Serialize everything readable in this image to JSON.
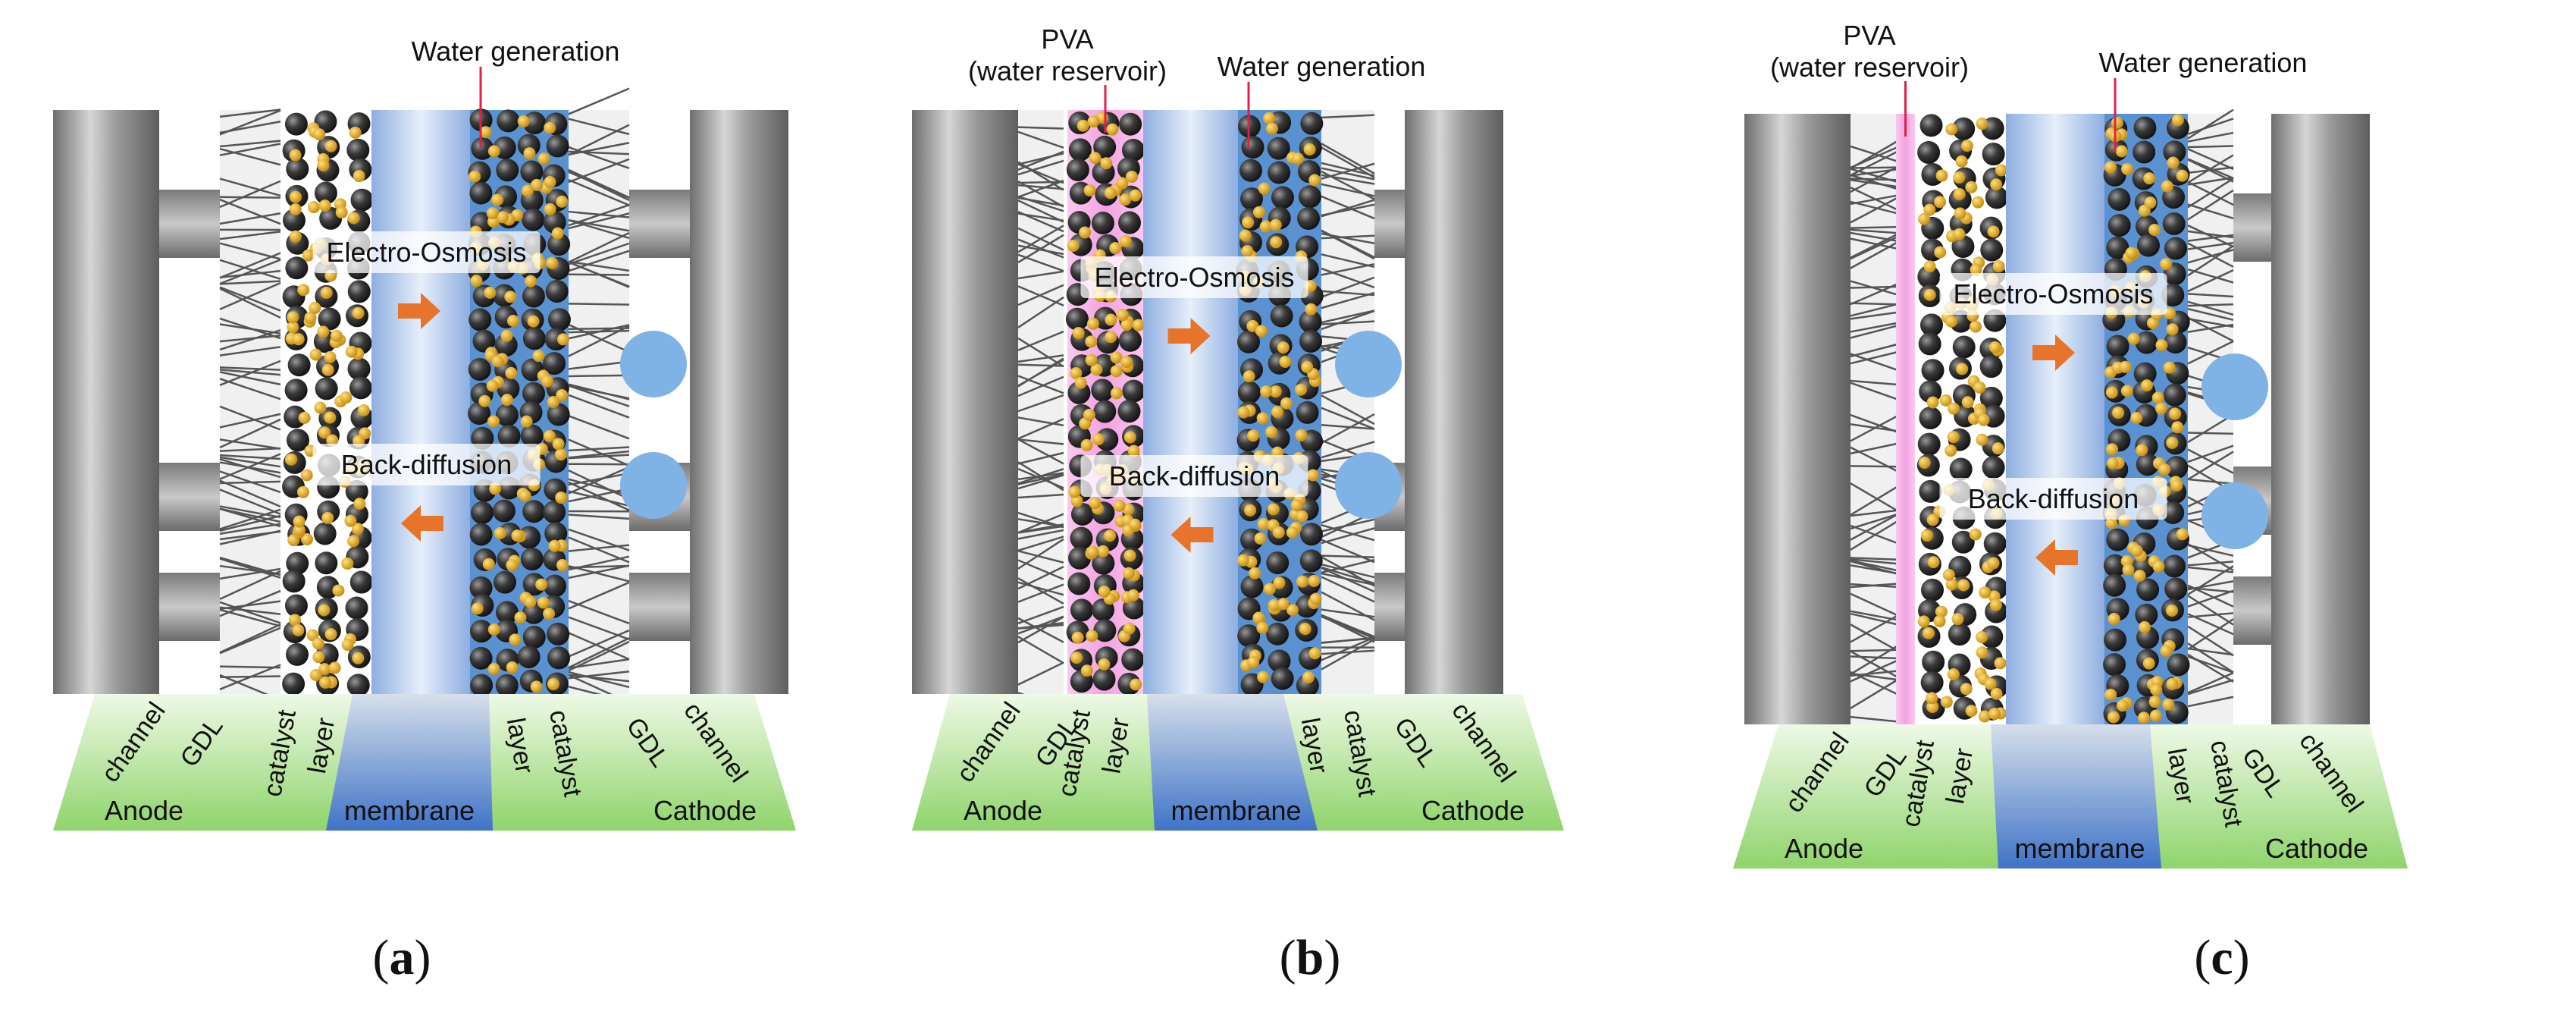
{
  "panels": [
    {
      "id": "a",
      "caption_letter": "a",
      "has_pva": false,
      "water_generation": "Water generation",
      "pva_label": "",
      "pva_sub": "",
      "electro_osmosis": "Electro-Osmosis",
      "back_diffusion": "Back-diffusion",
      "base_labels": {
        "anode_channel": "channel",
        "anode_gdl": "GDL",
        "anode_catalyst": "catalyst",
        "anode_layer": "layer",
        "anode": "Anode",
        "membrane": "membrane",
        "cathode_layer": "layer",
        "cathode_catalyst": "catalyst",
        "cathode_gdl": "GDL",
        "cathode_channel": "channel",
        "cathode": "Cathode"
      }
    },
    {
      "id": "b",
      "caption_letter": "b",
      "has_pva": true,
      "water_generation": "Water generation",
      "pva_label": "PVA",
      "pva_sub": "(water reservoir)",
      "electro_osmosis": "Electro-Osmosis",
      "back_diffusion": "Back-diffusion",
      "base_labels": {
        "anode_channel": "channel",
        "anode_gdl": "GDL",
        "anode_catalyst": "catalyst",
        "anode_layer": "layer",
        "anode": "Anode",
        "membrane": "membrane",
        "cathode_layer": "layer",
        "cathode_catalyst": "catalyst",
        "cathode_gdl": "GDL",
        "cathode_channel": "channel",
        "cathode": "Cathode"
      }
    },
    {
      "id": "c",
      "caption_letter": "c",
      "has_pva": true,
      "water_generation": "Water generation",
      "pva_label": "PVA",
      "pva_sub": "(water reservoir)",
      "electro_osmosis": "Electro-Osmosis",
      "back_diffusion": "Back-diffusion",
      "base_labels": {
        "anode_channel": "channel",
        "anode_gdl": "GDL",
        "anode_catalyst": "catalyst",
        "anode_layer": "layer",
        "anode": "Anode",
        "membrane": "membrane",
        "cathode_layer": "layer",
        "cathode_catalyst": "catalyst",
        "cathode_gdl": "GDL",
        "cathode_channel": "channel",
        "cathode": "Cathode"
      }
    }
  ],
  "colors": {
    "carbon": "#2b2b2b",
    "platinum": "#d9a01a",
    "membrane": "#a9c4ea",
    "cathode_water": "#3d7fc9",
    "droplet": "#7fb2e5",
    "arrow": "#e8742c",
    "base_green": "#8fd46a",
    "pva_pink": "#f4a8e6",
    "channel_gray": "#8a8a8a"
  },
  "icons": [
    "carbon-particle-icon",
    "platinum-particle-icon",
    "water-droplet-icon",
    "flow-arrow-icon"
  ]
}
